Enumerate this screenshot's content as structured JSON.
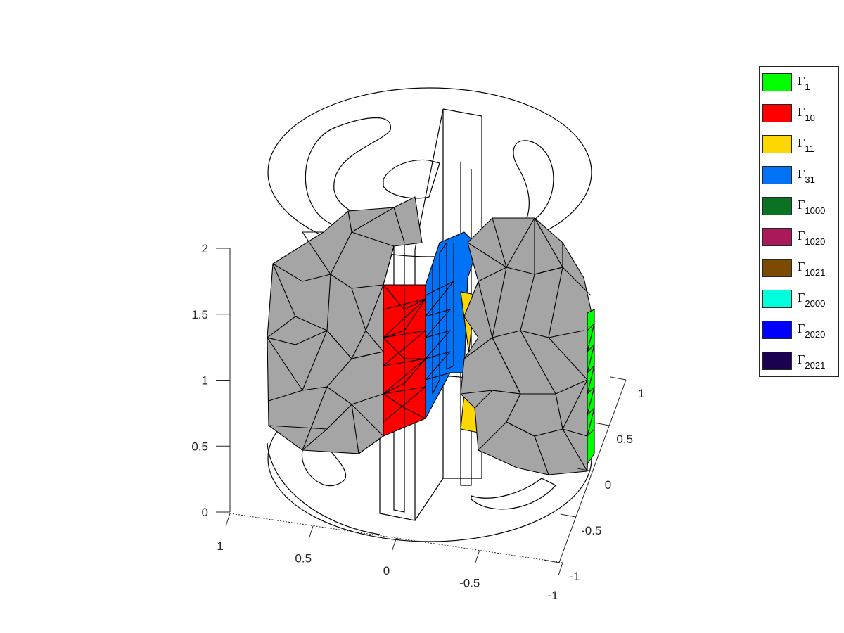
{
  "chart_data": {
    "type": "3d-surface-mesh",
    "title": "",
    "xlabel": "",
    "ylabel": "",
    "zlabel": "",
    "grid": false,
    "legend_position": "top-right (outside axes)",
    "x_ticks": [
      "1",
      "0.5",
      "0",
      "-0.5",
      "-1"
    ],
    "y_ticks": [
      "1",
      "0.5",
      "0",
      "-0.5",
      "-1"
    ],
    "z_ticks": [
      "2",
      "1.5",
      "1",
      "0.5",
      "0"
    ],
    "xlim": [
      -1,
      1
    ],
    "ylim": [
      -1,
      1
    ],
    "zlim": [
      0,
      2
    ],
    "series": [
      {
        "name": "Γ",
        "sub": "1",
        "color": "#00ff00"
      },
      {
        "name": "Γ",
        "sub": "10",
        "color": "#ff0000"
      },
      {
        "name": "Γ",
        "sub": "11",
        "color": "#ffd700"
      },
      {
        "name": "Γ",
        "sub": "31",
        "color": "#0072f5"
      },
      {
        "name": "Γ",
        "sub": "1000",
        "color": "#0a7223"
      },
      {
        "name": "Γ",
        "sub": "1020",
        "color": "#aa1a5a"
      },
      {
        "name": "Γ",
        "sub": "1021",
        "color": "#7a4b00"
      },
      {
        "name": "Γ",
        "sub": "2000",
        "color": "#00ffdc"
      },
      {
        "name": "Γ",
        "sub": "2020",
        "color": "#0000ff"
      },
      {
        "name": "Γ",
        "sub": "2021",
        "color": "#1b0250"
      }
    ],
    "default_surface_color": "#a5a5a5"
  }
}
